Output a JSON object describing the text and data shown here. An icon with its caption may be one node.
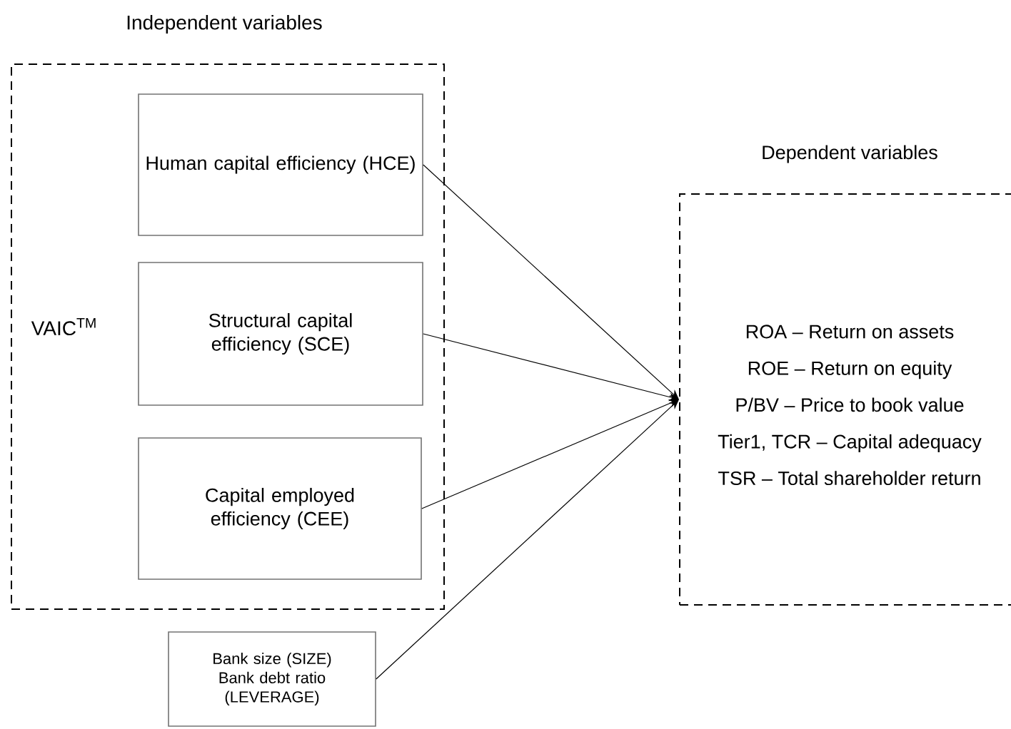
{
  "diagram": {
    "nodes": [
      {
        "text": [
          "Independent variables",
          "VAIC$^{TM}$"
        ]
      },
      {
        "text": [
          "Human capital efficiency (HCE)"
        ],
        "in": 0
      },
      {
        "text": [
          "Structural capital efficiency (SCE)"
        ],
        "in": 0
      },
      {
        "text": [
          "Capital employed efficiency (CEE)"
        ],
        "in": 0
      },
      {
        "text": [
          "Bank size (SIZE)",
          "Bank debt ratio (LEVERAGE)"
        ]
      },
      {
        "text": [
          "Dependent variables",
          "ROA – Return on assets",
          "ROE – Return on equity",
          "P/BV – Price to book value",
          "Tier1, TCR – Capital adequacy",
          "TSR – Total shareholder return"
        ]
      }
    ],
    "edges": [
      {
        "from": 1,
        "to": 5,
        "arrow": "to"
      },
      {
        "from": 2,
        "to": 5,
        "arrow": "to"
      },
      {
        "from": 3,
        "to": 5,
        "arrow": "to"
      },
      {
        "from": 4,
        "to": 5,
        "arrow": "to"
      }
    ]
  }
}
